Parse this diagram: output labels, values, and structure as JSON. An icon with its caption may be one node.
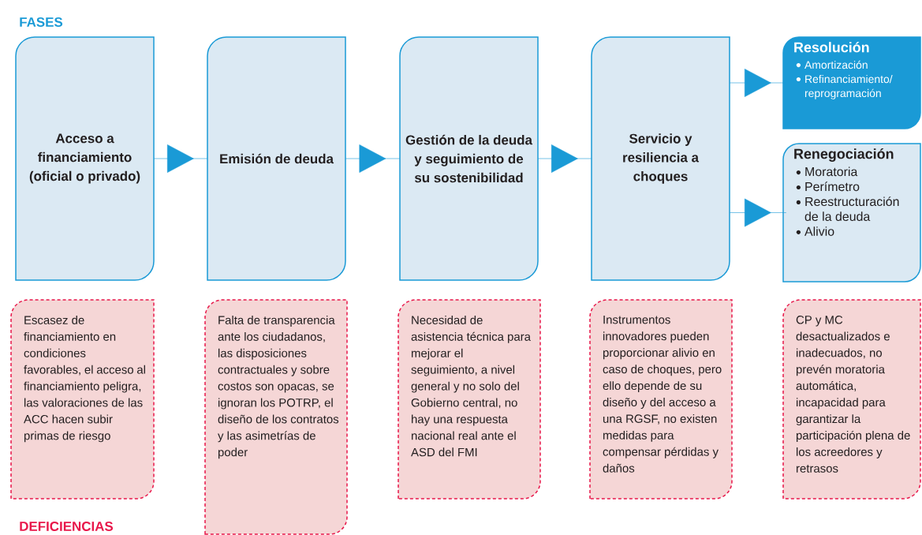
{
  "diagram": {
    "nodes": [
      {
        "text": [
          "Acceso a financiamiento (oficial o privado)"
        ]
      },
      {
        "text": [
          "Emisión de deuda"
        ]
      },
      {
        "text": [
          "Gestión de la deuda y seguimiento de su sostenibilidad"
        ]
      },
      {
        "text": [
          "Servicio y resiliencia a choques"
        ]
      },
      {
        "text": [
          "Resolución",
          "Amortización",
          "Refinanciamiento/ reprogramación"
        ]
      },
      {
        "text": [
          "Renegociación",
          "Moratoria",
          "Perímetro",
          "Reestructuración de la deuda",
          "Alivio"
        ]
      },
      {
        "text": [
          "Escasez de financiamiento en condiciones favorables, el acceso al financiamiento peligra, las valoraciones de las ACC hacen subir primas de riesgo"
        ]
      },
      {
        "text": [
          "Falta de transparencia ante los ciudadanos, las disposiciones contractuales y sobre costos son opacas, se ignoran los POTRP, el diseño de los contratos y las asimetrías de poder"
        ]
      },
      {
        "text": [
          "Necesidad de asistencia técnica para mejorar el seguimiento, a nivel general y no solo del Gobierno central, no hay una respuesta nacional real ante el ASD del FMI"
        ]
      },
      {
        "text": [
          "Instrumentos innovadores pueden proporcionar alivio en caso de choques, pero ello depende de su diseño y del acceso a una RGSF, no existen medidas para compensar pérdidas y daños"
        ]
      },
      {
        "text": [
          "CP y MC desactualizados e inadecuados, no prevén moratoria automática, incapacidad para garantizar la participación plena de los acreedores y retrasos"
        ]
      }
    ],
    "edges": [
      {
        "from": 0,
        "to": 1,
        "arrow": "to"
      },
      {
        "from": 1,
        "to": 2,
        "arrow": "to"
      },
      {
        "from": 2,
        "to": 3,
        "arrow": "to"
      },
      {
        "from": 3,
        "to": 4,
        "arrow": "to"
      },
      {
        "from": 3,
        "to": 5,
        "arrow": "to"
      }
    ],
    "labels": [
      "FASES",
      "DEFICIENCIAS"
    ]
  }
}
